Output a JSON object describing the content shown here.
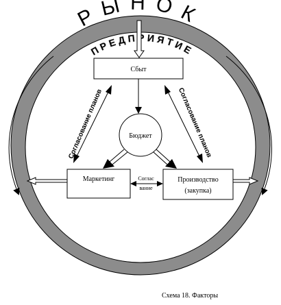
{
  "diagram": {
    "market_label": "РЫНОК",
    "enterprise_label": "ПРЕДПРИЯТИЕ",
    "boxes": {
      "sales": "Сбыт",
      "budget": "Бюджет",
      "marketing": "Маркетинг",
      "production_line1": "Производство",
      "production_line2": "(закупка)"
    },
    "coordination_line1": "Соглас",
    "coordination_line2": "вание",
    "plan_coordination_left": "Согласование планов",
    "plan_coordination_right": "Согласование планов"
  },
  "caption": "Схема 18. Факторы"
}
